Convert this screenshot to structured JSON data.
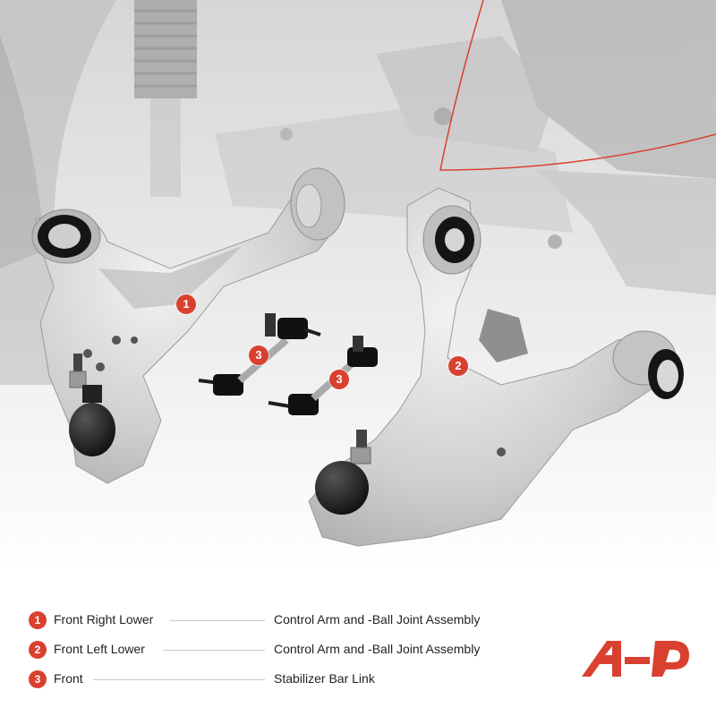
{
  "markers": [
    {
      "num": "1"
    },
    {
      "num": "2"
    },
    {
      "num": "3"
    },
    {
      "num": "3"
    }
  ],
  "legend": [
    {
      "num": "1",
      "left": "Front Right Lower",
      "right": "Control Arm and -Ball Joint Assembly"
    },
    {
      "num": "2",
      "left": "Front Left Lower",
      "right": "Control Arm and -Ball Joint Assembly"
    },
    {
      "num": "3",
      "left": "Front",
      "right": "Stabilizer Bar Link"
    }
  ],
  "colors": {
    "accent": "#d9402f",
    "text": "#222222",
    "rule": "#c8c8c8"
  },
  "logo": {
    "name": "brand-logo"
  }
}
